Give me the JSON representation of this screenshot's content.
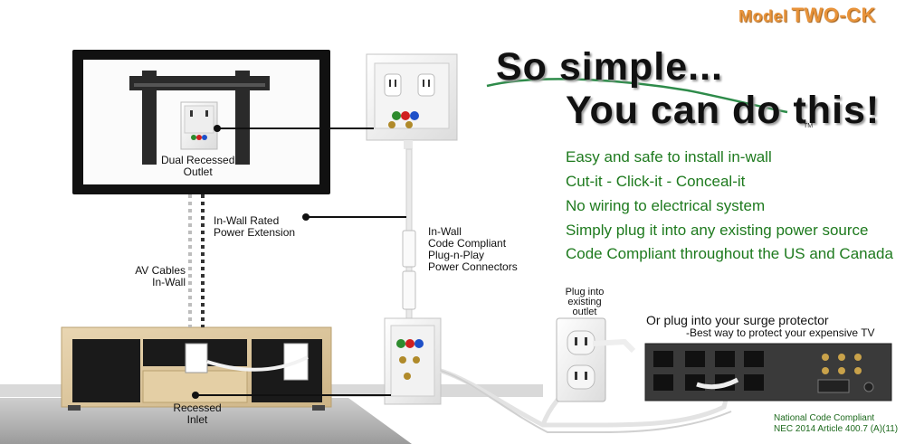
{
  "model": {
    "prefix": "Model",
    "name": "TWO-CK"
  },
  "headline": {
    "line1": "So simple...",
    "line2": "You can do this!",
    "tm": "TM"
  },
  "features": [
    "Easy and safe to install in-wall",
    "Cut-it -   Click-it -  Conceal-it",
    "No wiring to electrical system",
    "Simply plug it into any existing power source",
    "Code Compliant throughout the US and Canada"
  ],
  "labels": {
    "dual_outlet": [
      "Dual Recessed",
      "Outlet"
    ],
    "power_extension": [
      "In-Wall Rated",
      "Power Extension"
    ],
    "av_cables": [
      "AV Cables",
      "In-Wall"
    ],
    "connectors": [
      "In-Wall",
      "Code Compliant",
      "Plug-n-Play",
      "Power Connectors"
    ],
    "plug_existing": [
      "Plug into",
      "existing",
      "outlet"
    ],
    "surge_title": "Or plug into your surge protector",
    "surge_sub": "-Best way to protect your expensive TV",
    "recessed_inlet": [
      "Recessed",
      "Inlet"
    ],
    "nec": [
      "National Code Compliant",
      "NEC 2014 Article 400.7 (A)(11)"
    ]
  },
  "colors": {
    "accent_green": "#1e7a1e",
    "model_orange": "#e8933a",
    "swoosh": "#2e8b4a"
  }
}
